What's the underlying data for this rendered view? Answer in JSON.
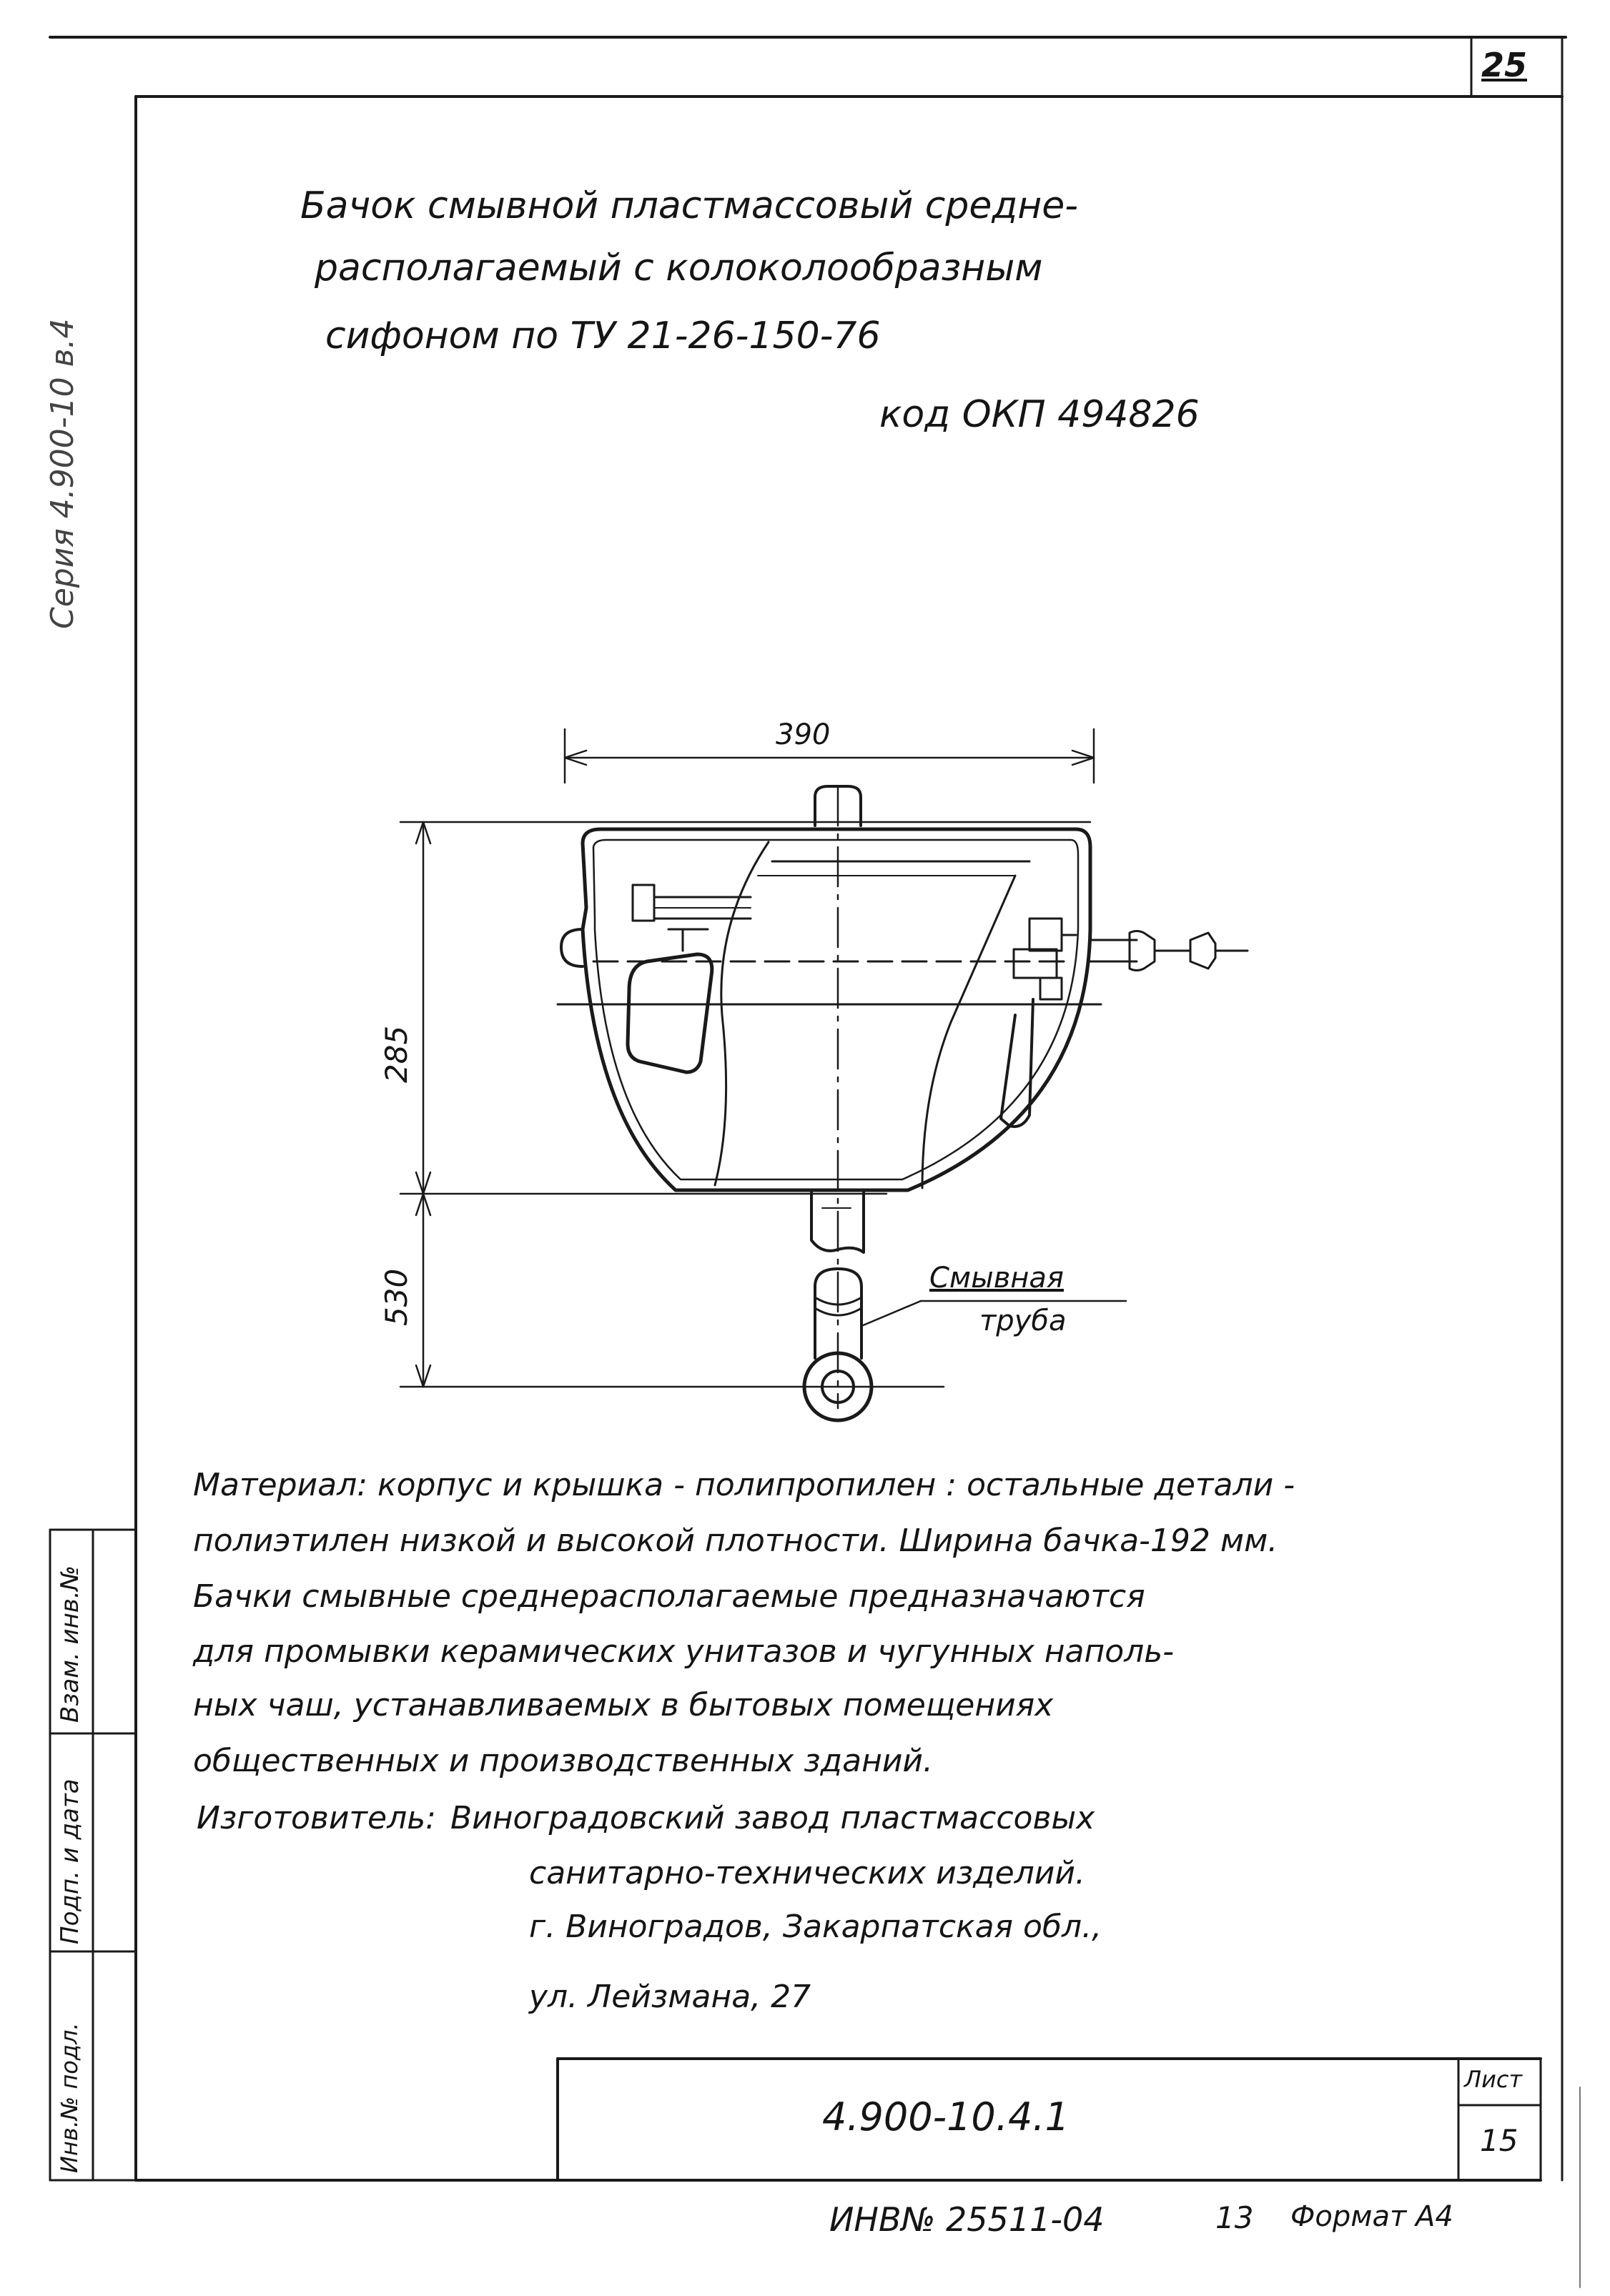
{
  "sheet_number_top": "25",
  "side_series": "Серия 4.900-10 в.4",
  "title": {
    "line1": "Бачок смывной пластмассовый средне-",
    "line2": "располагаемый с колоколообразным",
    "line3": "сифоном по ТУ 21-26-150-76",
    "code": "код ОКП 494826"
  },
  "drawing": {
    "dim_width": "390",
    "dim_height_tank": "285",
    "dim_height_pipe": "530",
    "label_pipe_line1": "Смывная",
    "label_pipe_line2": "труба"
  },
  "description": [
    "Материал: корпус и крышка - полипропилен : остальные детали -",
    "полиэтилен низкой и высокой плотности. Ширина бачка-192 мм.",
    "Бачки смывные среднерасполагаемые предназначаются",
    "для промывки керамических унитазов и чугунных наполь-",
    "ных чаш, устанавливаемых в бытовых помещениях",
    "общественных и производственных зданий."
  ],
  "manufacturer": {
    "label": "Изготовитель:",
    "line1": "Виноградовский завод пластмассовых",
    "line2": "санитарно-технических изделий.",
    "line3": "г. Виноградов, Закарпатская обл.,",
    "line4": "ул. Лейзмана, 27"
  },
  "side_stamp": {
    "inv_podl": "Инв.№ подл.",
    "podp_data": "Подп. и дата",
    "vzam_inv": "Взам. инв.№"
  },
  "title_block": {
    "doc_code": "4.900-10.4.1",
    "sheet_label": "Лист",
    "sheet_number": "15"
  },
  "footer": {
    "inv": "ИНВ№ 25511-04",
    "number": "13",
    "format": "Формат А4"
  }
}
